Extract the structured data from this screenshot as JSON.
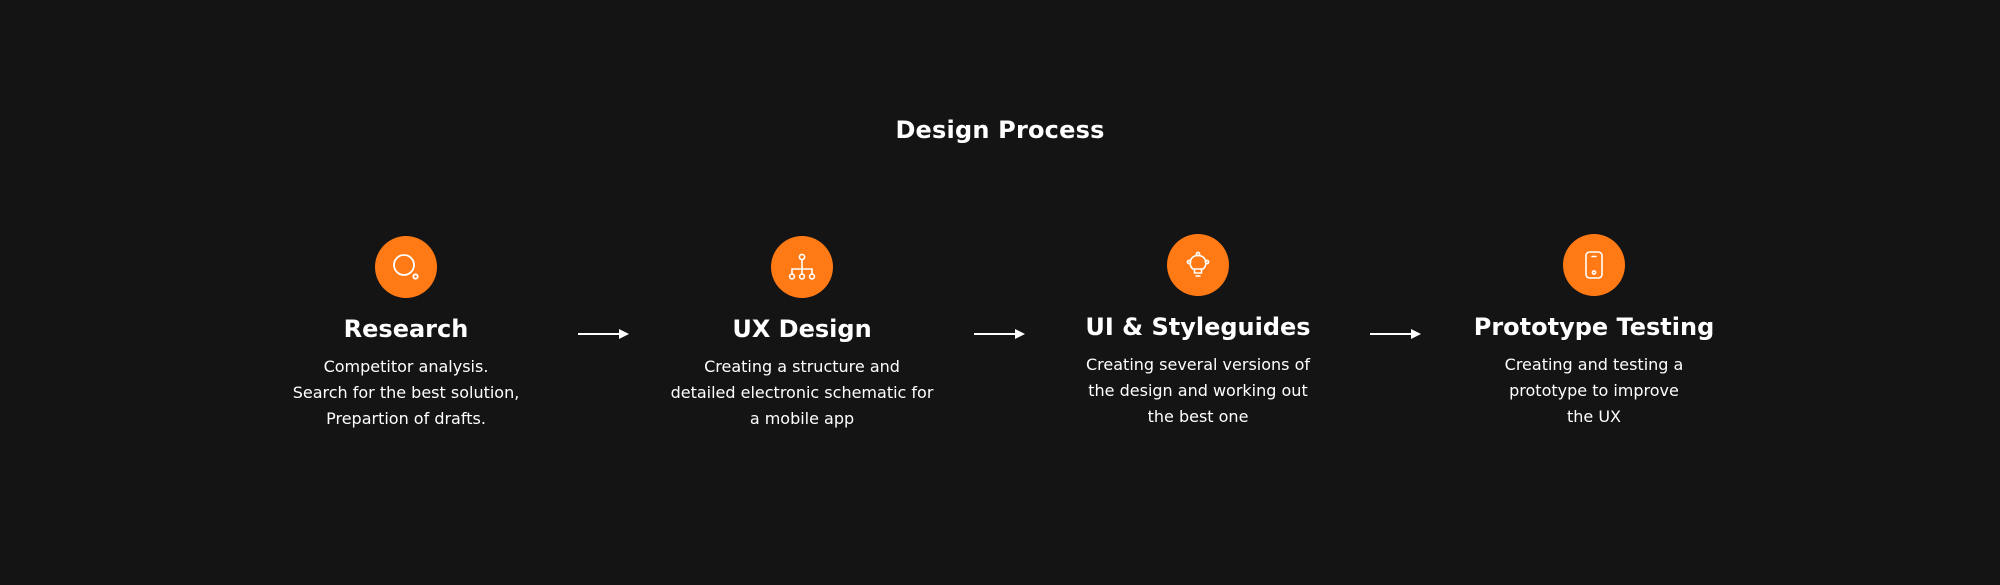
{
  "title": "Design Process",
  "colors": {
    "background": "#141414",
    "accent": "#FF7A14",
    "text": "#FFFFFF"
  },
  "steps": [
    {
      "icon": "search-icon",
      "title": "Research",
      "lines": [
        "Competitor analysis.",
        "Search for the best solution,",
        "Prepartion of drafts."
      ]
    },
    {
      "icon": "sitemap-icon",
      "title": "UX Design",
      "lines": [
        "Creating a structure and",
        "detailed electronic schematic for",
        "a mobile app"
      ]
    },
    {
      "icon": "bulb-icon",
      "title": "UI & Styleguides",
      "lines": [
        "Creating several versions of",
        "the design and working out",
        "the best one"
      ]
    },
    {
      "icon": "mobile-phone-icon",
      "title": "Prototype Testing",
      "lines": [
        "Creating and testing a",
        "prototype to improve",
        "the UX"
      ]
    }
  ]
}
